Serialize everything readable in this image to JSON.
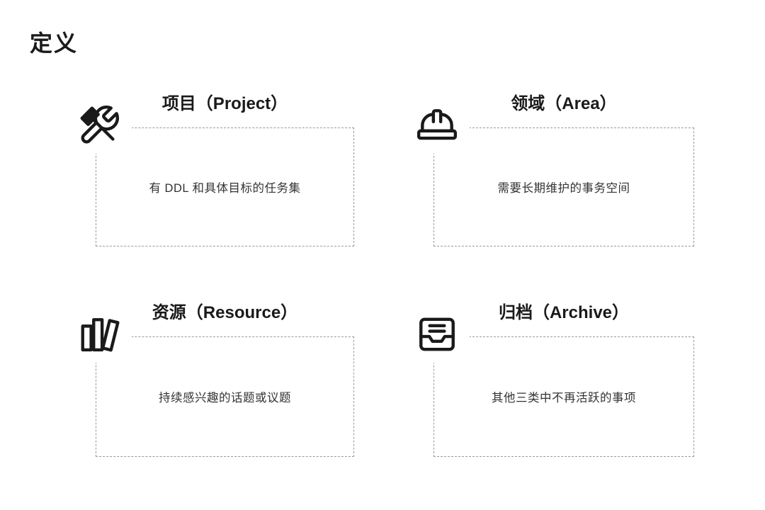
{
  "page": {
    "title": "定义"
  },
  "cards": [
    {
      "id": "project",
      "title": "项目（Project）",
      "description": "有 DDL 和具体目标的任务集",
      "icon": "tools-icon"
    },
    {
      "id": "area",
      "title": "领域（Area）",
      "description": "需要长期维护的事务空间",
      "icon": "hard-hat-icon"
    },
    {
      "id": "resource",
      "title": "资源（Resource）",
      "description": "持续感兴趣的话题或议题",
      "icon": "books-icon"
    },
    {
      "id": "archive",
      "title": "归档（Archive）",
      "description": "其他三类中不再活跃的事项",
      "icon": "archive-box-icon"
    }
  ],
  "colors": {
    "background": "#ffffff",
    "title": "#1a1a1a",
    "description": "#333333",
    "icon": "#1a1a1a",
    "dashed_border": "#9a9a9a"
  }
}
